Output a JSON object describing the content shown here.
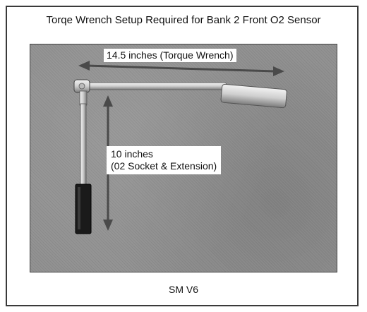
{
  "title": "Torqe Wrench Setup Required for Bank 2 Front O2 Sensor",
  "labels": {
    "wrench_length": "14.5 inches (Torque Wrench)",
    "socket_length_line1": "10 inches",
    "socket_length_line2": "(02 Socket & Extension)"
  },
  "caption": "SM V6",
  "colors": {
    "photo_background": "#8f8f8f",
    "arrow": "#4a4a4a",
    "tool_chrome": "#d9d9d9",
    "socket_dark": "#1a1a1a"
  }
}
